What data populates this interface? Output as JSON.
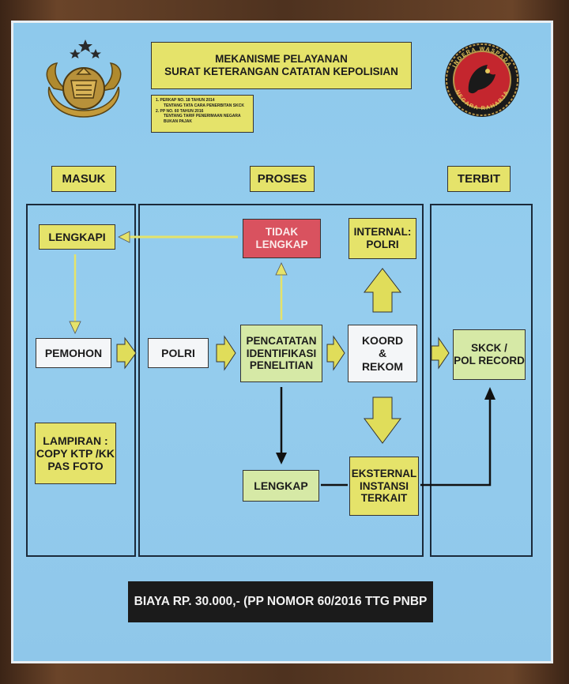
{
  "title": {
    "line1": "MEKANISME PELAYANAN",
    "line2": "SURAT KETERANGAN CATATAN KEPOLISIAN"
  },
  "references": {
    "ref1_line1": "1. PERKAP NO. 18 TAHUN 2014",
    "ref1_line2": "TENTANG TATA CARA PENERBITAN SKCK",
    "ref2_line1": "2. PP NO. 60 TAHUN 2016",
    "ref2_line2": "TENTANG TARIF PENERIMAAN NEGARA",
    "ref2_line3": "BUKAN PAJAK"
  },
  "logo_right": {
    "text_top": "INDERA WASPADA",
    "text_bottom": "NEGARA RAHARJA"
  },
  "columns": {
    "masuk": "MASUK",
    "proses": "PROSES",
    "terbit": "TERBIT"
  },
  "nodes": {
    "lengkapi": "LENGKAPI",
    "pemohon": "PEMOHON",
    "lampiran_line1": "LAMPIRAN :",
    "lampiran_line2": "COPY KTP /KK",
    "lampiran_line3": "PAS FOTO",
    "polri": "POLRI",
    "tidak_lengkap_line1": "TIDAK",
    "tidak_lengkap_line2": "LENGKAP",
    "internal_line1": "INTERNAL:",
    "internal_line2": "POLRI",
    "pencatatan_line1": "PENCATATAN",
    "pencatatan_line2": "IDENTIFIKASI",
    "pencatatan_line3": "PENELITIAN",
    "koord_line1": "KOORD",
    "koord_line2": "&",
    "koord_line3": "REKOM",
    "lengkap": "LENGKAP",
    "eksternal_line1": "EKSTERNAL",
    "eksternal_line2": "INSTANSI",
    "eksternal_line3": "TERKAIT",
    "skck_line1": "SKCK /",
    "skck_line2": "POL RECORD"
  },
  "footer": {
    "cost": "BIAYA RP. 30.000,- (PP NOMOR 60/2016 TTG PNBP"
  },
  "colors": {
    "board": "#8ec9ec",
    "yellow": "#e5e36a",
    "light_green": "#d6e9a6",
    "red": "#d9525f",
    "frame": "#4a2e1c"
  }
}
